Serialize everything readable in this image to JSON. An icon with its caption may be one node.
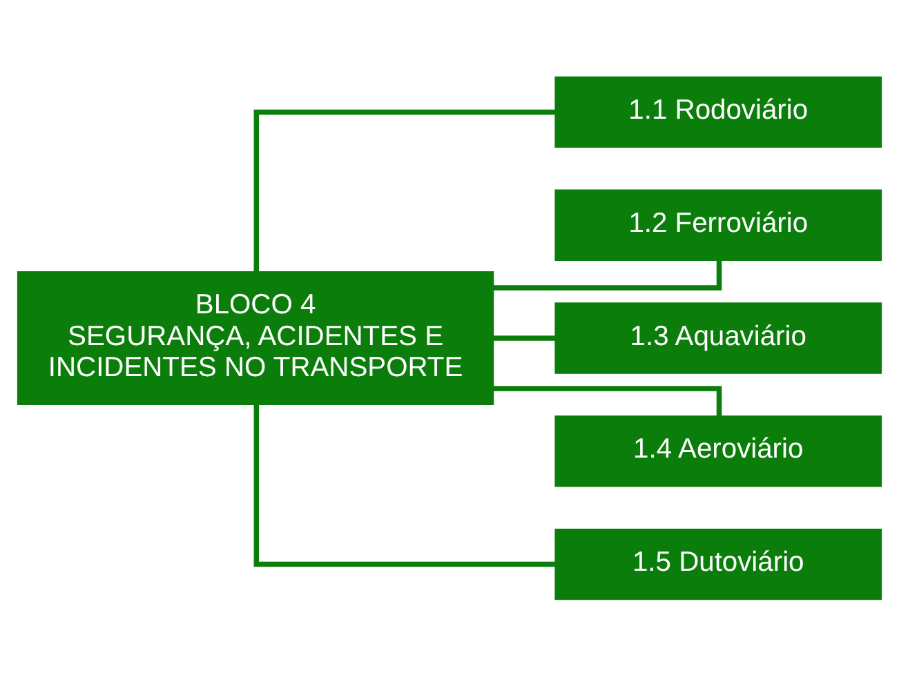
{
  "diagram": {
    "nodes": [
      {
        "text": [
          "BLOCO 4",
          "SEGURANÇA, ACIDENTES E INCIDENTES NO TRANSPORTE"
        ]
      },
      {
        "text": [
          "1.1 Rodoviário"
        ]
      },
      {
        "text": [
          "1.2 Ferroviário"
        ]
      },
      {
        "text": [
          "1.3 Aquaviário"
        ]
      },
      {
        "text": [
          "1.4 Aeroviário"
        ]
      },
      {
        "text": [
          "1.5 Dutoviário"
        ]
      }
    ],
    "edges": [
      {
        "from": 0,
        "to": 1,
        "arrow": "none"
      },
      {
        "from": 0,
        "to": 2,
        "arrow": "none"
      },
      {
        "from": 0,
        "to": 3,
        "arrow": "none"
      },
      {
        "from": 0,
        "to": 4,
        "arrow": "none"
      },
      {
        "from": 0,
        "to": 5,
        "arrow": "none"
      }
    ]
  }
}
